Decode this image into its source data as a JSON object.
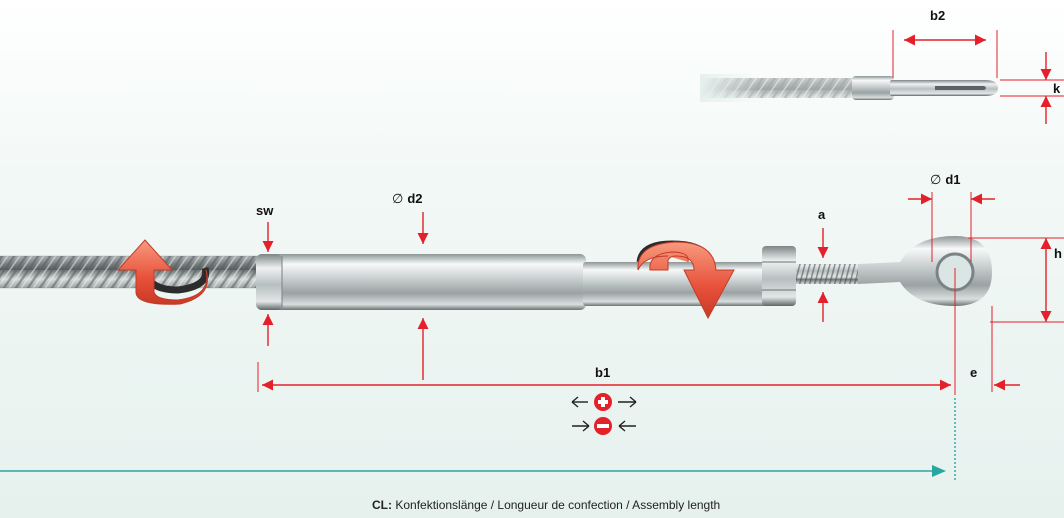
{
  "labels": {
    "b2": "b2",
    "k": "k",
    "d1": "d1",
    "d2": "d2",
    "dia_symbol": "∅",
    "sw": "sw",
    "a": "a",
    "h": "h",
    "b1": "b1",
    "e": "e"
  },
  "caption": {
    "term": "CL:",
    "text": "Konfektionslänge / Longueur de confection / Assembly length"
  },
  "colors": {
    "dimension": "#e4202a",
    "assembly_line": "#2aa6a0",
    "rotation_arrow": "#e8503a",
    "metal_light": "#f4f6f6",
    "metal_dark": "#7e8788"
  },
  "icons": {
    "lengthen": "plus-circle-outward-arrows-icon",
    "shorten": "minus-circle-inward-arrows-icon",
    "rotate_left": "rotate-arrow-icon",
    "rotate_right": "rotate-arrow-icon"
  }
}
